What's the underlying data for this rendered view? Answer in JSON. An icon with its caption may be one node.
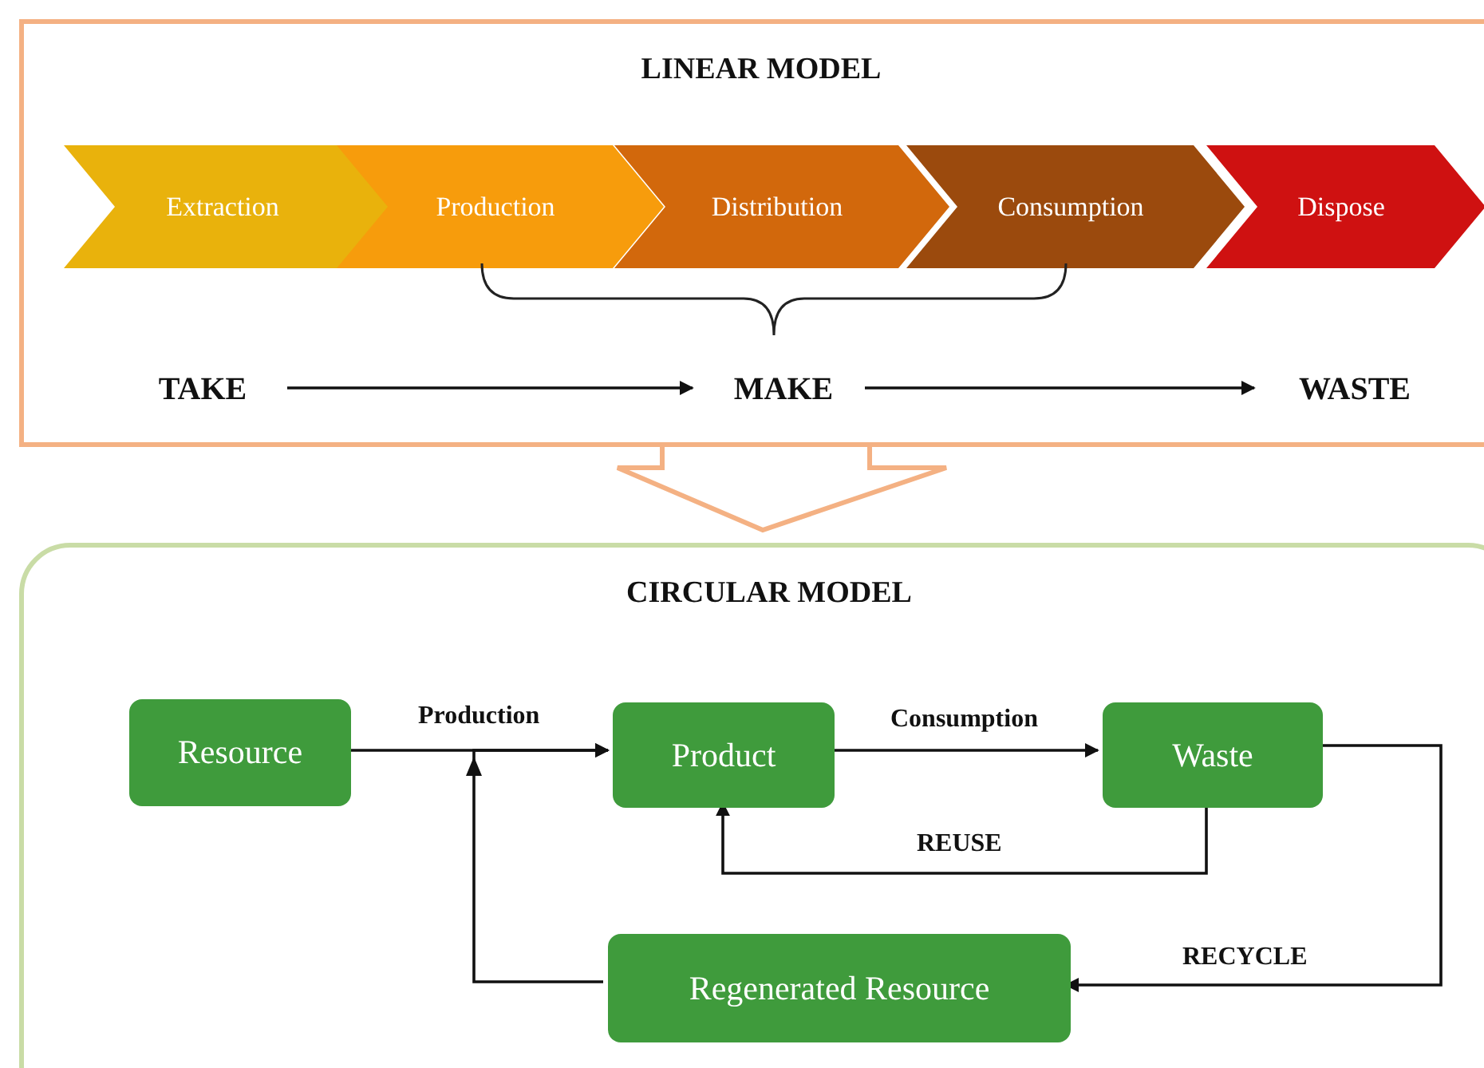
{
  "diagram": {
    "nodes": [
      {
        "text": [
          "LINEAR MODEL"
        ]
      },
      {
        "text": [
          "Extraction"
        ],
        "in": 0
      },
      {
        "text": [
          "Production"
        ],
        "in": 0
      },
      {
        "text": [
          "Distribution"
        ],
        "in": 0
      },
      {
        "text": [
          "Consumption"
        ],
        "in": 0
      },
      {
        "text": [
          "Dispose"
        ],
        "in": 0
      },
      {
        "text": [
          "TAKE"
        ],
        "in": 0
      },
      {
        "text": [
          "MAKE"
        ],
        "in": 0
      },
      {
        "text": [
          "WASTE"
        ],
        "in": 0
      },
      {
        "text": [
          "CIRCULAR MODEL"
        ]
      },
      {
        "text": [
          "Resource"
        ],
        "in": 9
      },
      {
        "text": [
          "Product"
        ],
        "in": 9
      },
      {
        "text": [
          "Waste"
        ],
        "in": 9
      },
      {
        "text": [
          "Regenerated Resource"
        ],
        "in": 9
      }
    ],
    "edges": [
      {
        "from": 6,
        "to": 7,
        "arrow": "to"
      },
      {
        "from": 7,
        "to": 8,
        "arrow": "to"
      },
      {
        "from": 0,
        "to": 9,
        "arrow": "to",
        "style": "thick",
        "color": "#f4b183"
      },
      {
        "from": 10,
        "to": 11,
        "arrow": "to",
        "label": "Production"
      },
      {
        "from": 11,
        "to": 12,
        "arrow": "to",
        "label": "Consumption"
      },
      {
        "from": 12,
        "to": 11,
        "arrow": "to",
        "label": "REUSE"
      },
      {
        "from": 12,
        "to": 13,
        "arrow": "to",
        "label": "RECYCLE"
      },
      {
        "from": 13,
        "to": 11,
        "arrow": "to"
      }
    ]
  }
}
